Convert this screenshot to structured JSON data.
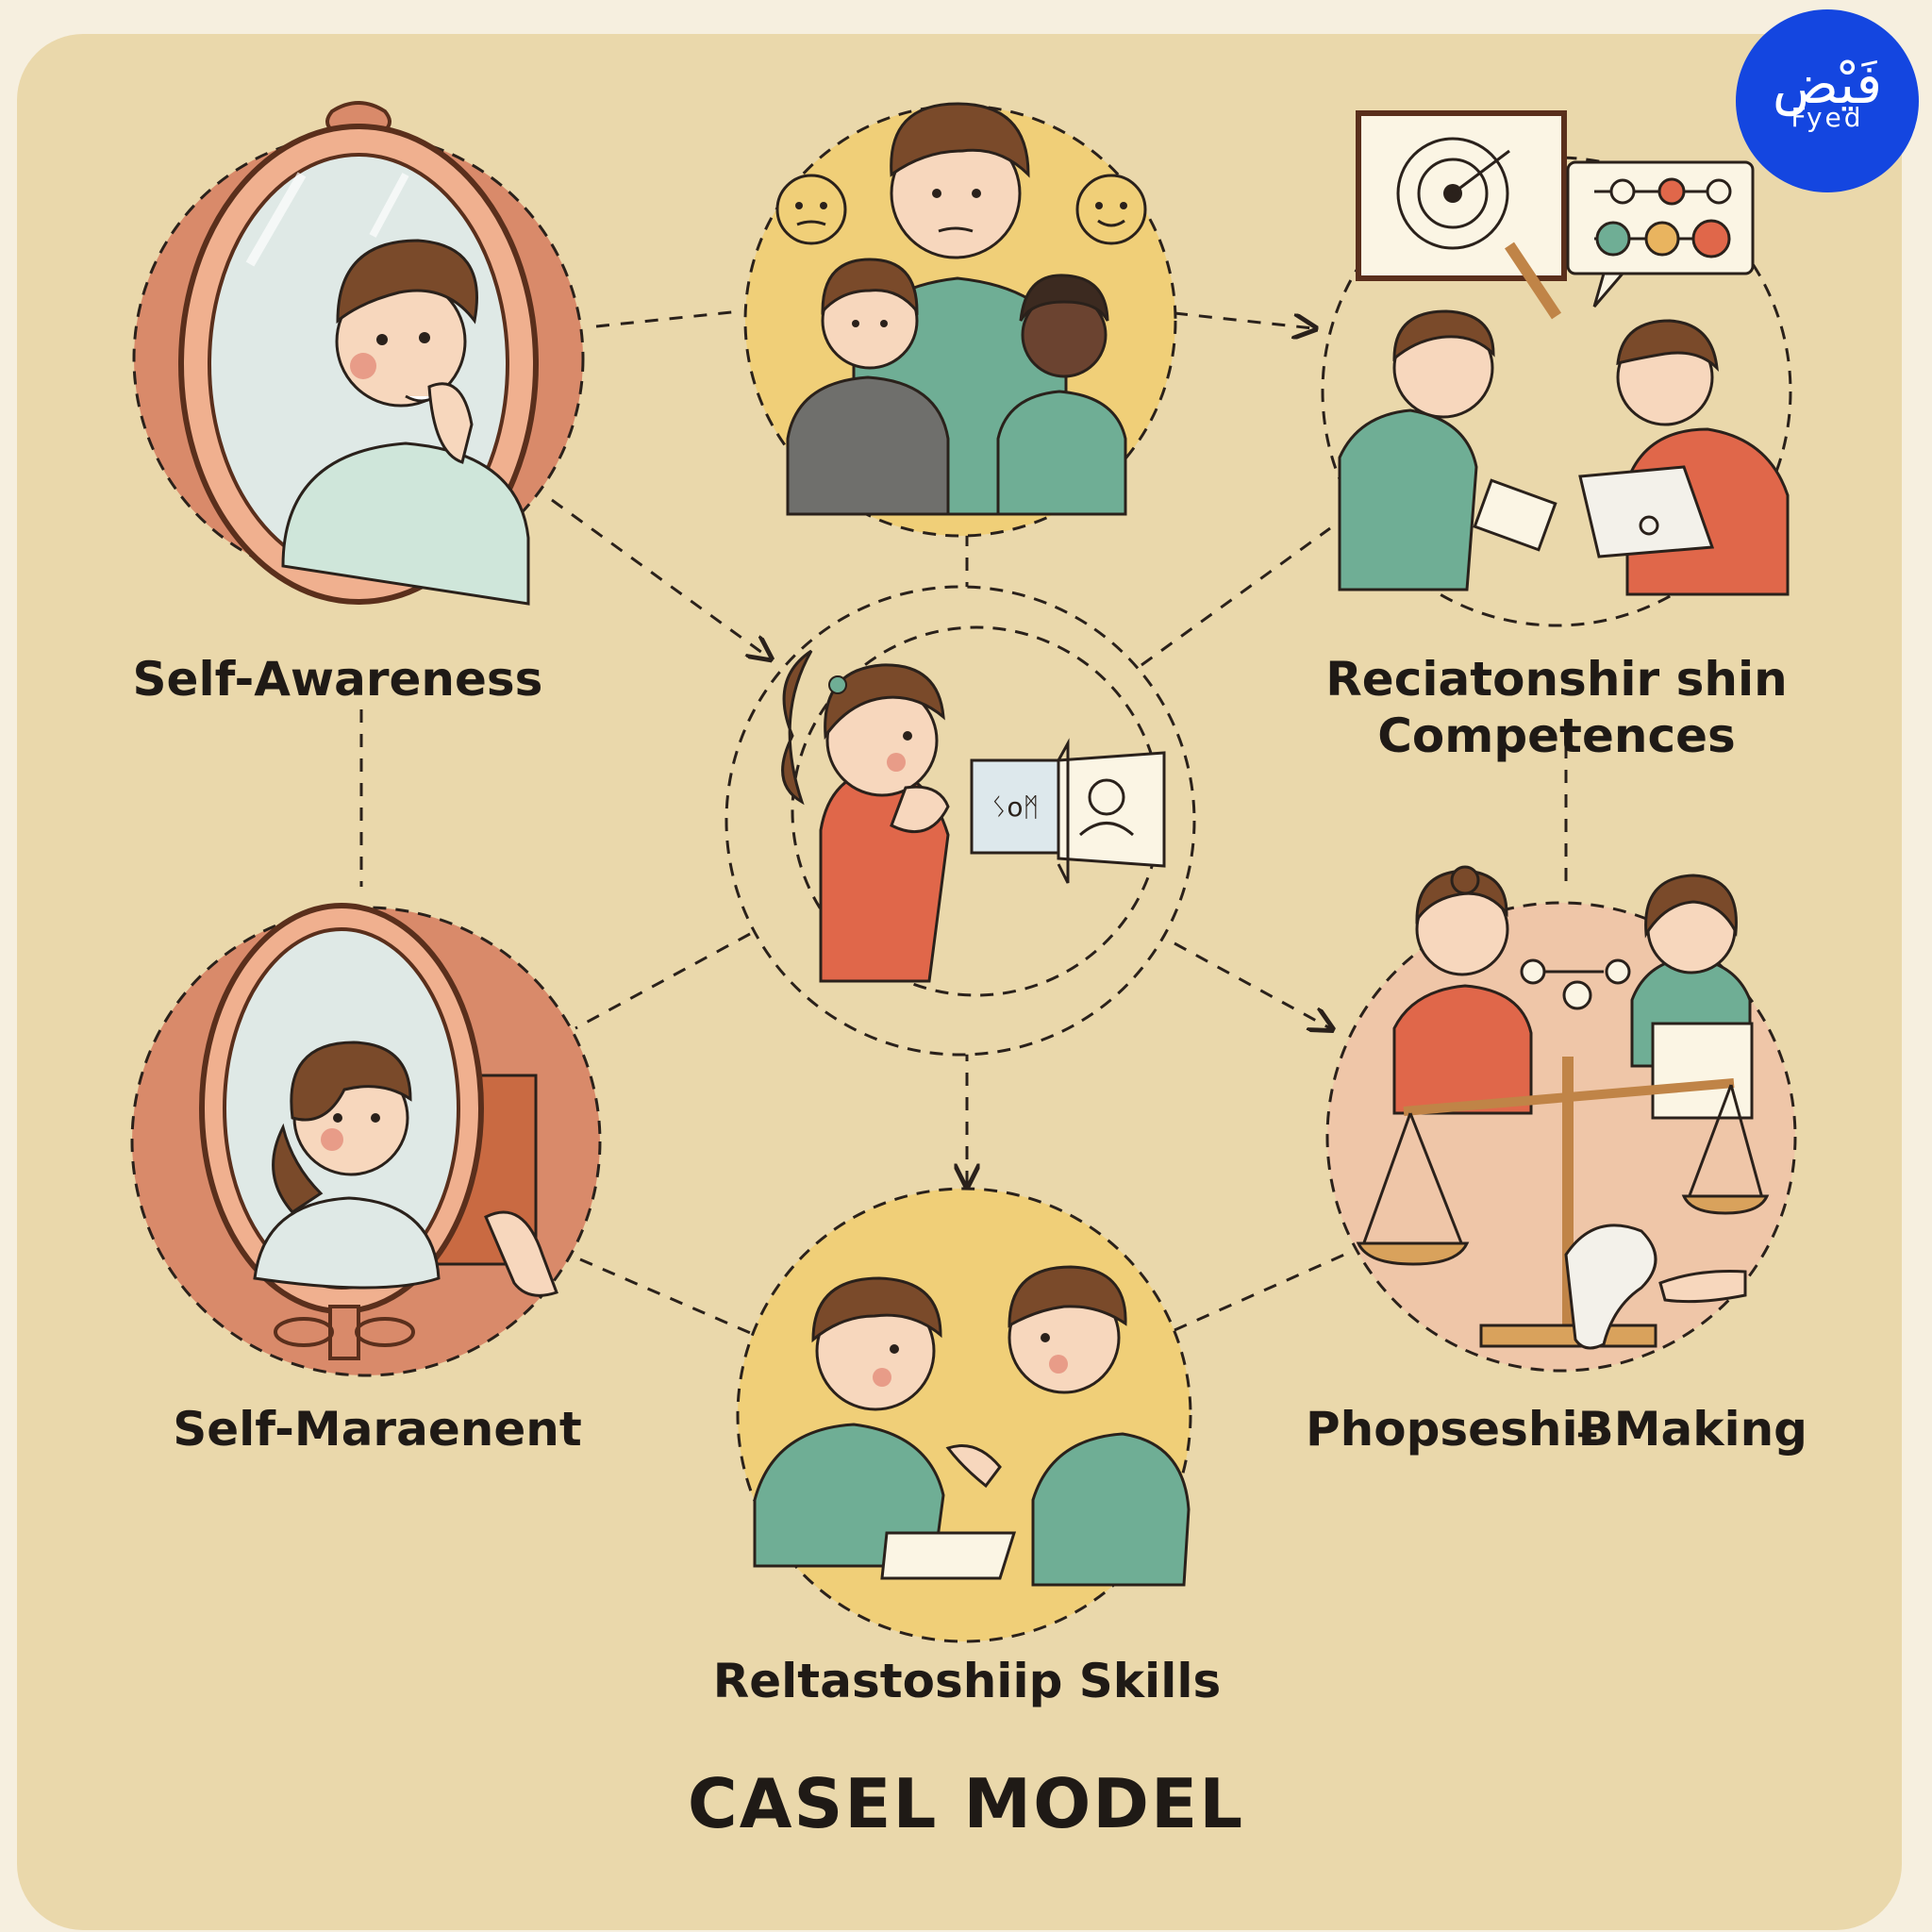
{
  "title": "CASEL MODEL",
  "logo": {
    "arabic": "فَيْض",
    "latin": "Fyed"
  },
  "competencies": [
    {
      "id": "self-awareness",
      "label": "Self-Awareness"
    },
    {
      "id": "relationship-competences",
      "label_line1": "Reciatonshir shin",
      "label_line2": "Competences"
    },
    {
      "id": "self-management",
      "label": "Self-Maraenent"
    },
    {
      "id": "decision-making",
      "label": "PhopseshiɃMaking"
    },
    {
      "id": "relationship-skills",
      "label": "Reltastoshiip Skills"
    }
  ],
  "card_text": {
    "center_card": "ᛊoᛗ"
  },
  "colors": {
    "background": "#ead8ab",
    "terracotta": "#d98a6a",
    "mustard": "#f0cf78",
    "peach": "#efc6a8",
    "teal": "#6fae95",
    "orange": "#e0674a",
    "outline": "#2a211b",
    "logo_blue": "#1446e0"
  }
}
